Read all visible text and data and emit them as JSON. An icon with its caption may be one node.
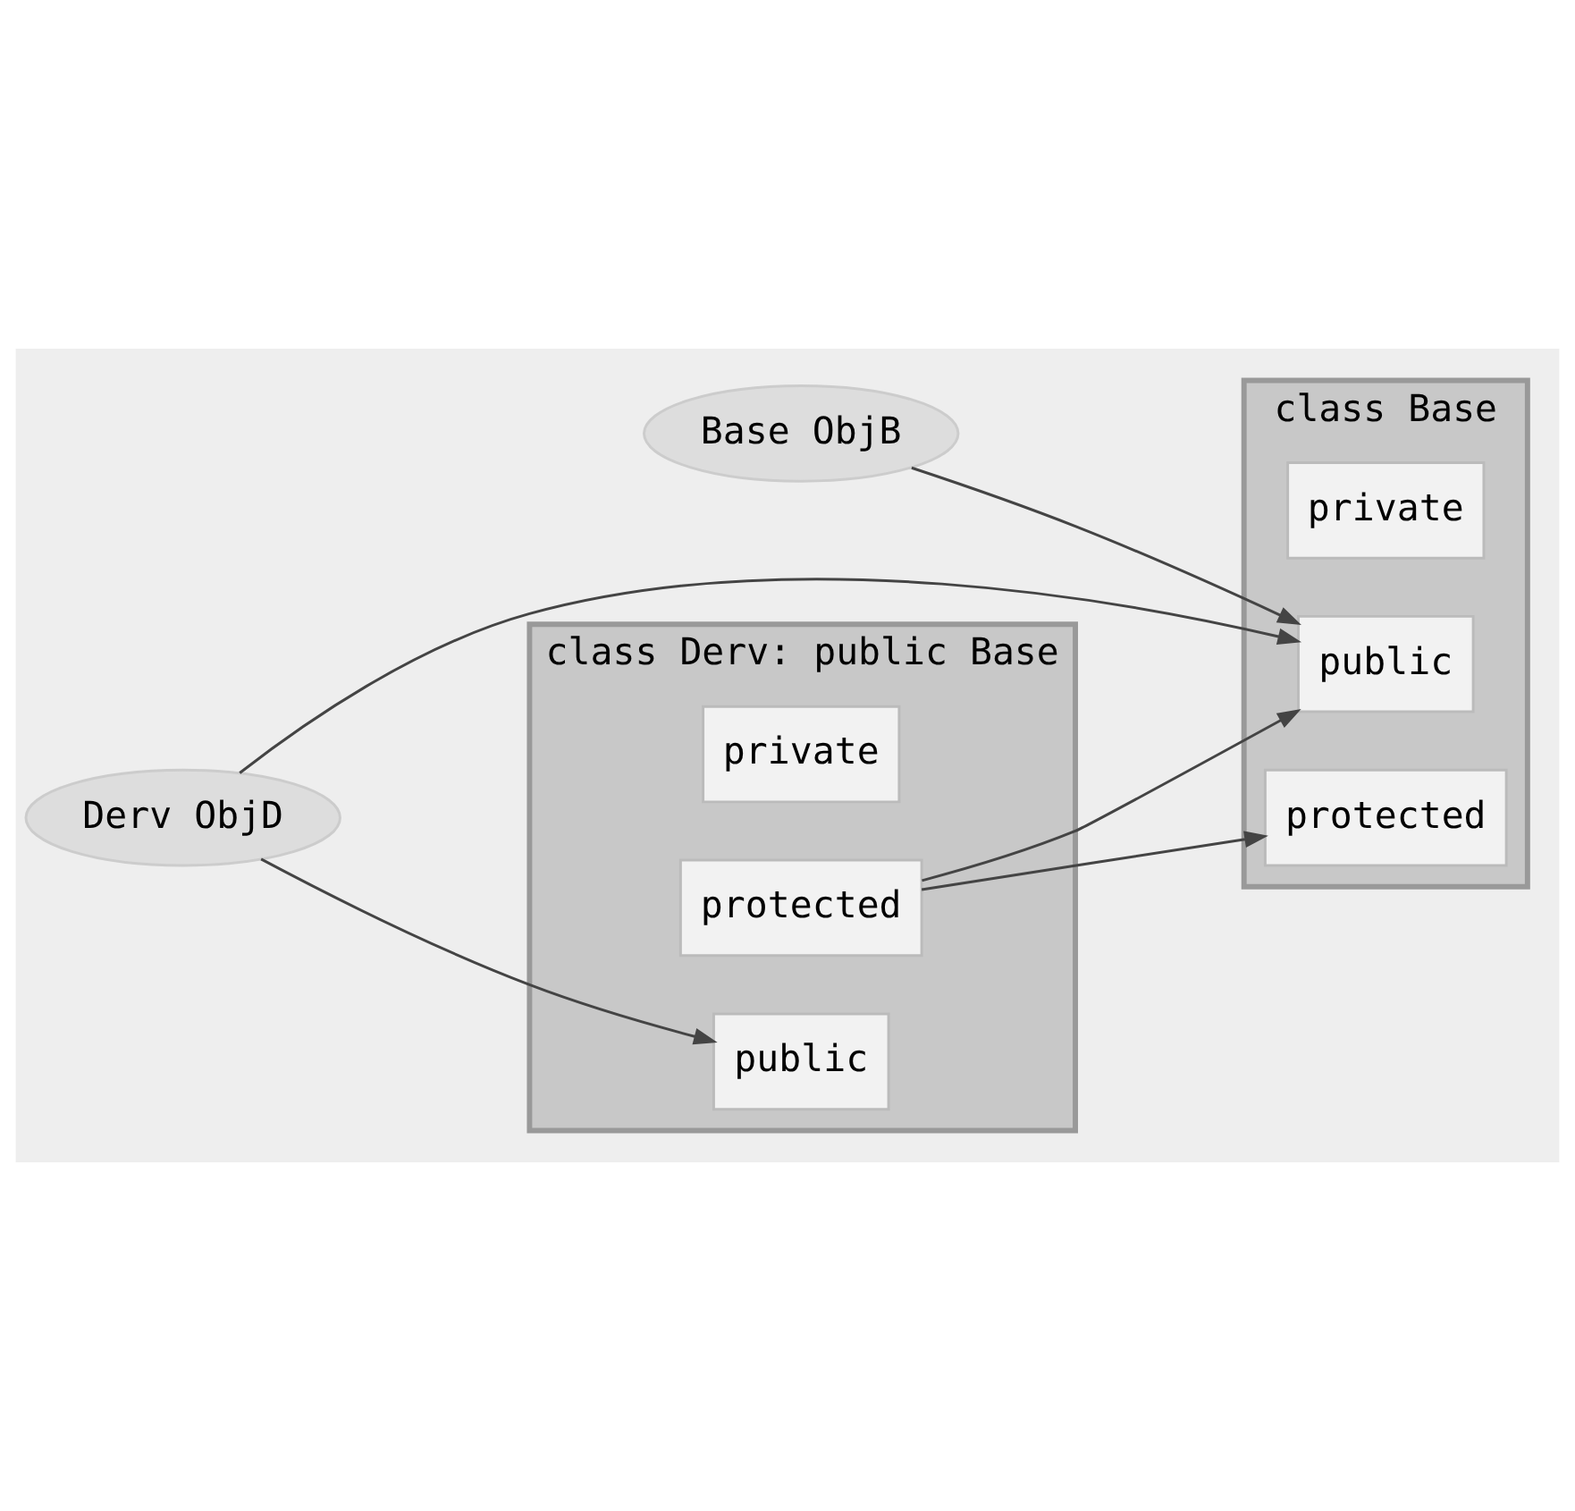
{
  "diagram": {
    "nodes": [
      {
        "text": [
          "class Base"
        ]
      },
      {
        "text": [
          "private"
        ],
        "in": 0
      },
      {
        "text": [
          "protected"
        ],
        "in": 0
      },
      {
        "text": [
          "public"
        ],
        "in": 0
      },
      {
        "text": [
          "Base ObjB"
        ]
      },
      {
        "text": [
          "class Derv: public Base"
        ]
      },
      {
        "text": [
          "private"
        ],
        "in": 5
      },
      {
        "text": [
          "protected"
        ],
        "in": 5
      },
      {
        "text": [
          "public"
        ],
        "in": 5
      },
      {
        "text": [
          "Derv ObjD"
        ]
      }
    ],
    "edges": [
      {
        "from": 7,
        "to": 2,
        "arrow": "to"
      },
      {
        "from": 7,
        "to": 3,
        "arrow": "to"
      },
      {
        "from": 9,
        "to": 3,
        "arrow": "to"
      },
      {
        "from": 9,
        "to": 8,
        "arrow": "to"
      },
      {
        "from": 4,
        "to": 3,
        "arrow": "to"
      }
    ]
  }
}
